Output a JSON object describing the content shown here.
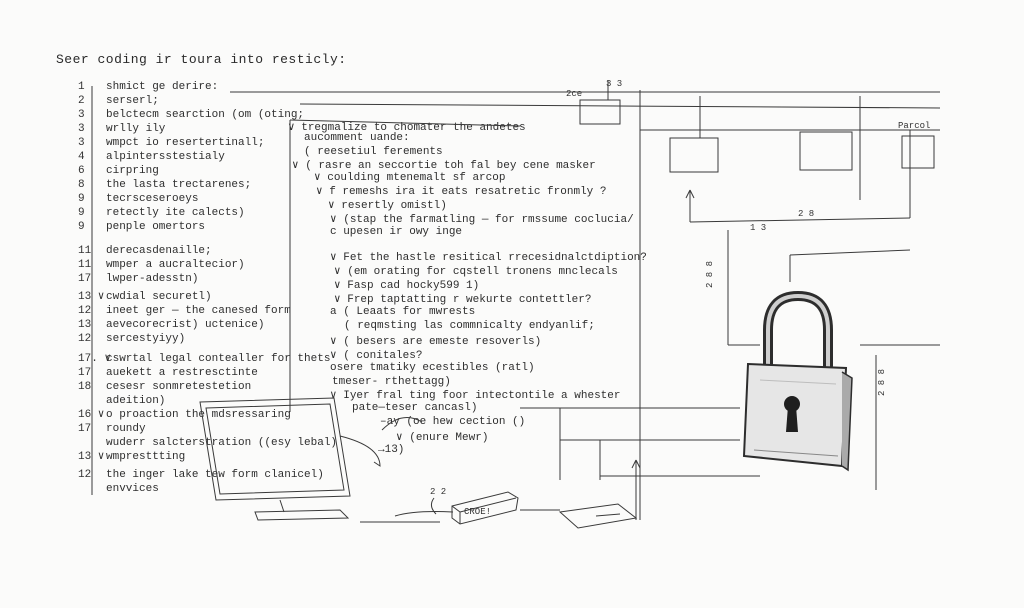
{
  "title": "Seer coding ir toura into resticly:",
  "left_lines": [
    {
      "n": "1",
      "t": "shmict ge derire:"
    },
    {
      "n": "2",
      "t": "serserl;"
    },
    {
      "n": "3",
      "t": "belctecm  searction (om (oting;"
    },
    {
      "n": "3",
      "t": "wrlly ily"
    },
    {
      "n": "3",
      "t": "wmpct io resertertinall;"
    },
    {
      "n": "4",
      "t": "alpintersstestialy"
    },
    {
      "n": "6",
      "t": "cirpring"
    },
    {
      "n": "8",
      "t": "the lasta trectarenes;"
    },
    {
      "n": "9",
      "t": "tecrsceseroeys"
    },
    {
      "n": "9",
      "t": "retectly ite calects)"
    },
    {
      "n": "9",
      "t": "penple omertors"
    },
    {
      "n": "11",
      "t": "derecasdenaille;"
    },
    {
      "n": "11",
      "t": "wmper a aucraltecior)"
    },
    {
      "n": "17",
      "t": "lwper-adesstn)"
    },
    {
      "n": "13 ∨",
      "t": "cwdial securetl)"
    },
    {
      "n": "12",
      "t": "ineet ger — the canesed form"
    },
    {
      "n": "13",
      "t": "aevecorecrist) uctenice)"
    },
    {
      "n": "12",
      "t": "sercestyiyy)"
    },
    {
      "n": "17.  ∨",
      "t": "cswrtal legal contealler for thets"
    },
    {
      "n": "17",
      "t": "auekett a restresctinte"
    },
    {
      "n": "18",
      "t": "cesesr sonmretestetion"
    },
    {
      "n": "",
      "t": "adeition)"
    },
    {
      "n": "16 ∨",
      "t": "o proaction the  mdsressaring"
    },
    {
      "n": "17",
      "t": "roundy"
    },
    {
      "n": "",
      "t": "wuderr salcterstration ((esy lebal)"
    },
    {
      "n": "13  ∨",
      "t": "wmpresttting"
    },
    {
      "n": "12",
      "t": "the inger lake tew form clanicel)"
    },
    {
      "n": "",
      "t": "envvices"
    }
  ],
  "mid_lines": [
    "∨ tregmalize to chomater the andetes",
    "aucomment uande:",
    "( reesetiul ferements",
    "∨ ( rasre an seccortie toh fal bey cene masker",
    "∨ coulding mtenemalt sf arcop",
    "∨ f remeshs ira it eats resatretic fronmly ?",
    "∨ resertly omistl)",
    "∨ (stap the farmatling — for rmssume coclucia/",
    "c upesen ir owy inge",
    "∨ Fet the hastle resitical rrecesidnalctdiption?",
    "∨ (em orating for cqstell tronens mnclecals",
    "∨ Fasp cad hocky599 1)",
    "∨ Frep taptatting r wekurte contettler?",
    "a ( Leaats for mwrests",
    "( reqmsting las commnicalty endyanlif;",
    "∨ ( besers are emeste resoverls)",
    "∨ ( conitales?",
    "osere tmatiky ecestibles (ratl)",
    "tmeser- rthettagg)",
    "∨ Iyer fral ting foor intectontile a whester",
    "pate—teser cancasl)",
    "–ay (oe hew cection ()",
    "∨ (enure Mewr)",
    "→13)"
  ],
  "diagram_labels": {
    "top_label": "2ce",
    "top_small": "3 3",
    "parcel": "Parcol",
    "dim": "2 8",
    "left_bracket": "1 3",
    "vert_a": "2 8 8",
    "vert_b": "2 8 8",
    "device_tag": "2 2",
    "device_text": "CROE!"
  },
  "icons": [
    "padlock-icon",
    "computer-monitor-icon",
    "network-box-icon",
    "tablet-icon"
  ],
  "colors": {
    "ink": "#2a2a2a",
    "paper": "#fbfbfa"
  }
}
